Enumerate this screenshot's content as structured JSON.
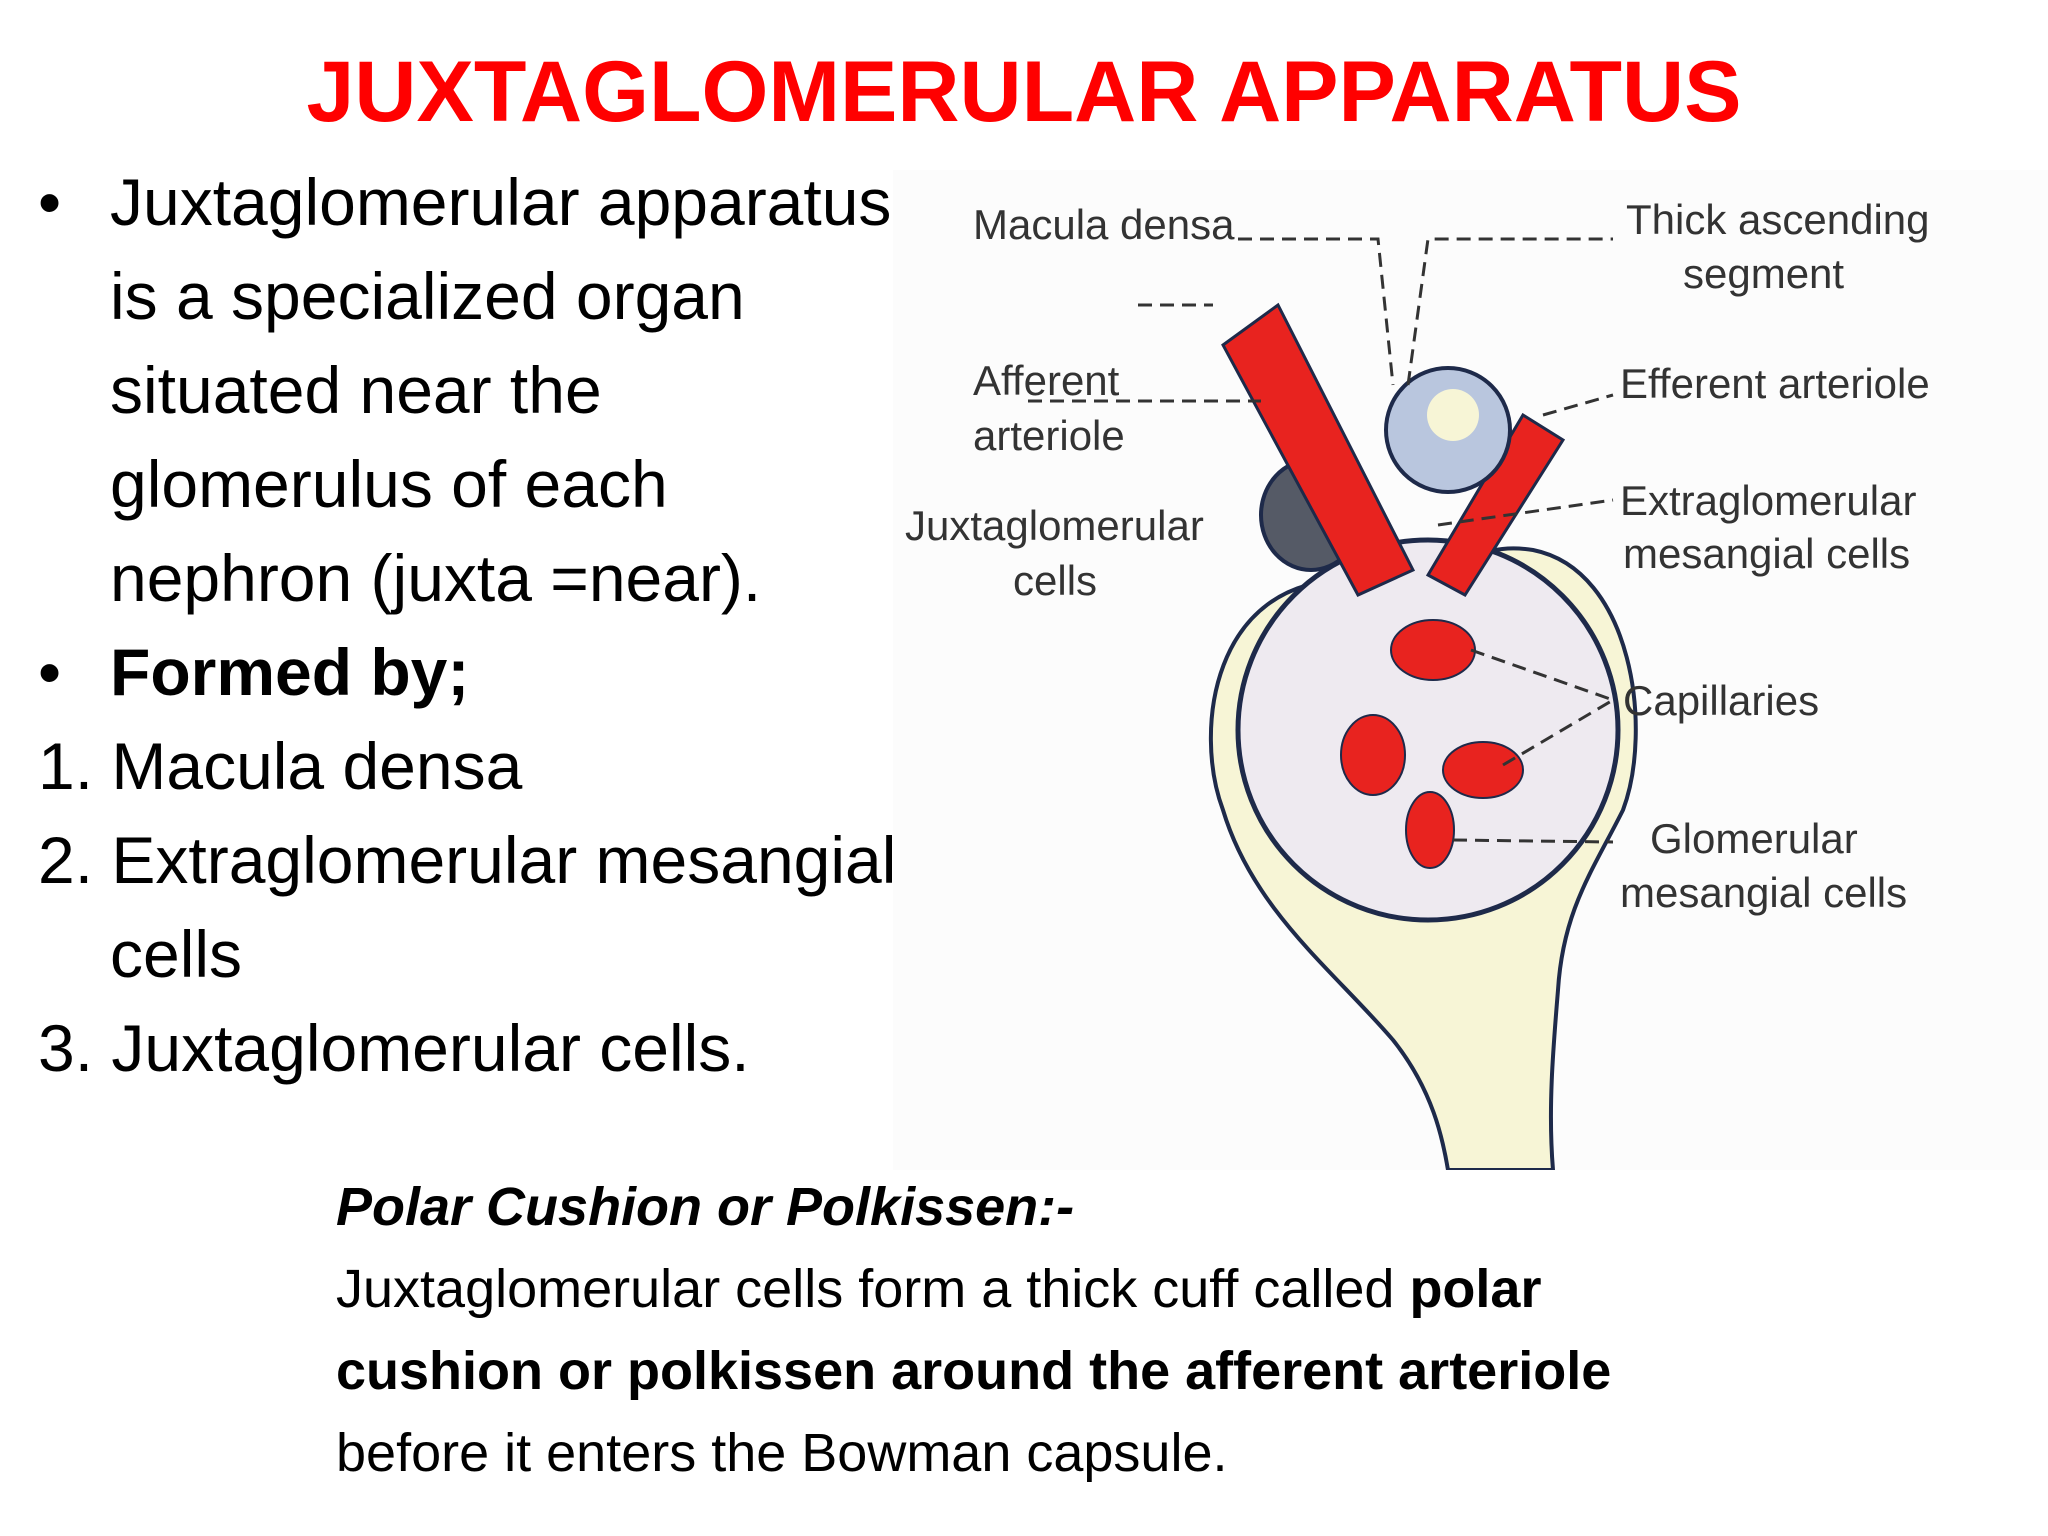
{
  "title": "JUXTAGLOMERULAR APPARATUS",
  "bullets": {
    "b1_text": "Juxtaglomerular apparatus is a specialized organ situated near the glomerulus of each nephron (juxta =near).",
    "b2_text": "Formed by;",
    "bullet_symbol": "•"
  },
  "list": [
    "1. Macula densa",
    "2. Extraglomerular mesangial cells",
    "3. Juxtaglomerular cells."
  ],
  "diagram": {
    "labels": {
      "macula_densa": "Macula densa",
      "thick_ascending_1": "Thick ascending",
      "thick_ascending_2": "segment",
      "afferent_1": "Afferent",
      "afferent_2": "arteriole",
      "efferent": "Efferent arteriole",
      "jg_1": "Juxtaglomerular",
      "jg_2": "cells",
      "extra_1": "Extraglomerular",
      "extra_2": "mesangial cells",
      "capillaries": "Capillaries",
      "glom_1": "Glomerular",
      "glom_2": "mesangial cells"
    },
    "colors": {
      "arteriole": "#e8231f",
      "capsule": "#f7f5d6",
      "glomerulus": "#eeeaf0",
      "cells": "#b9c6de",
      "outline": "#1e2a4a"
    }
  },
  "polar": {
    "heading": "Polar Cushion or Polkissen:-",
    "text_plain_1": "Juxtaglomerular cells form a thick cuff called ",
    "text_bold": "polar cushion or polkissen around the afferent arteriole",
    "text_plain_2": " before it enters the Bowman capsule."
  }
}
